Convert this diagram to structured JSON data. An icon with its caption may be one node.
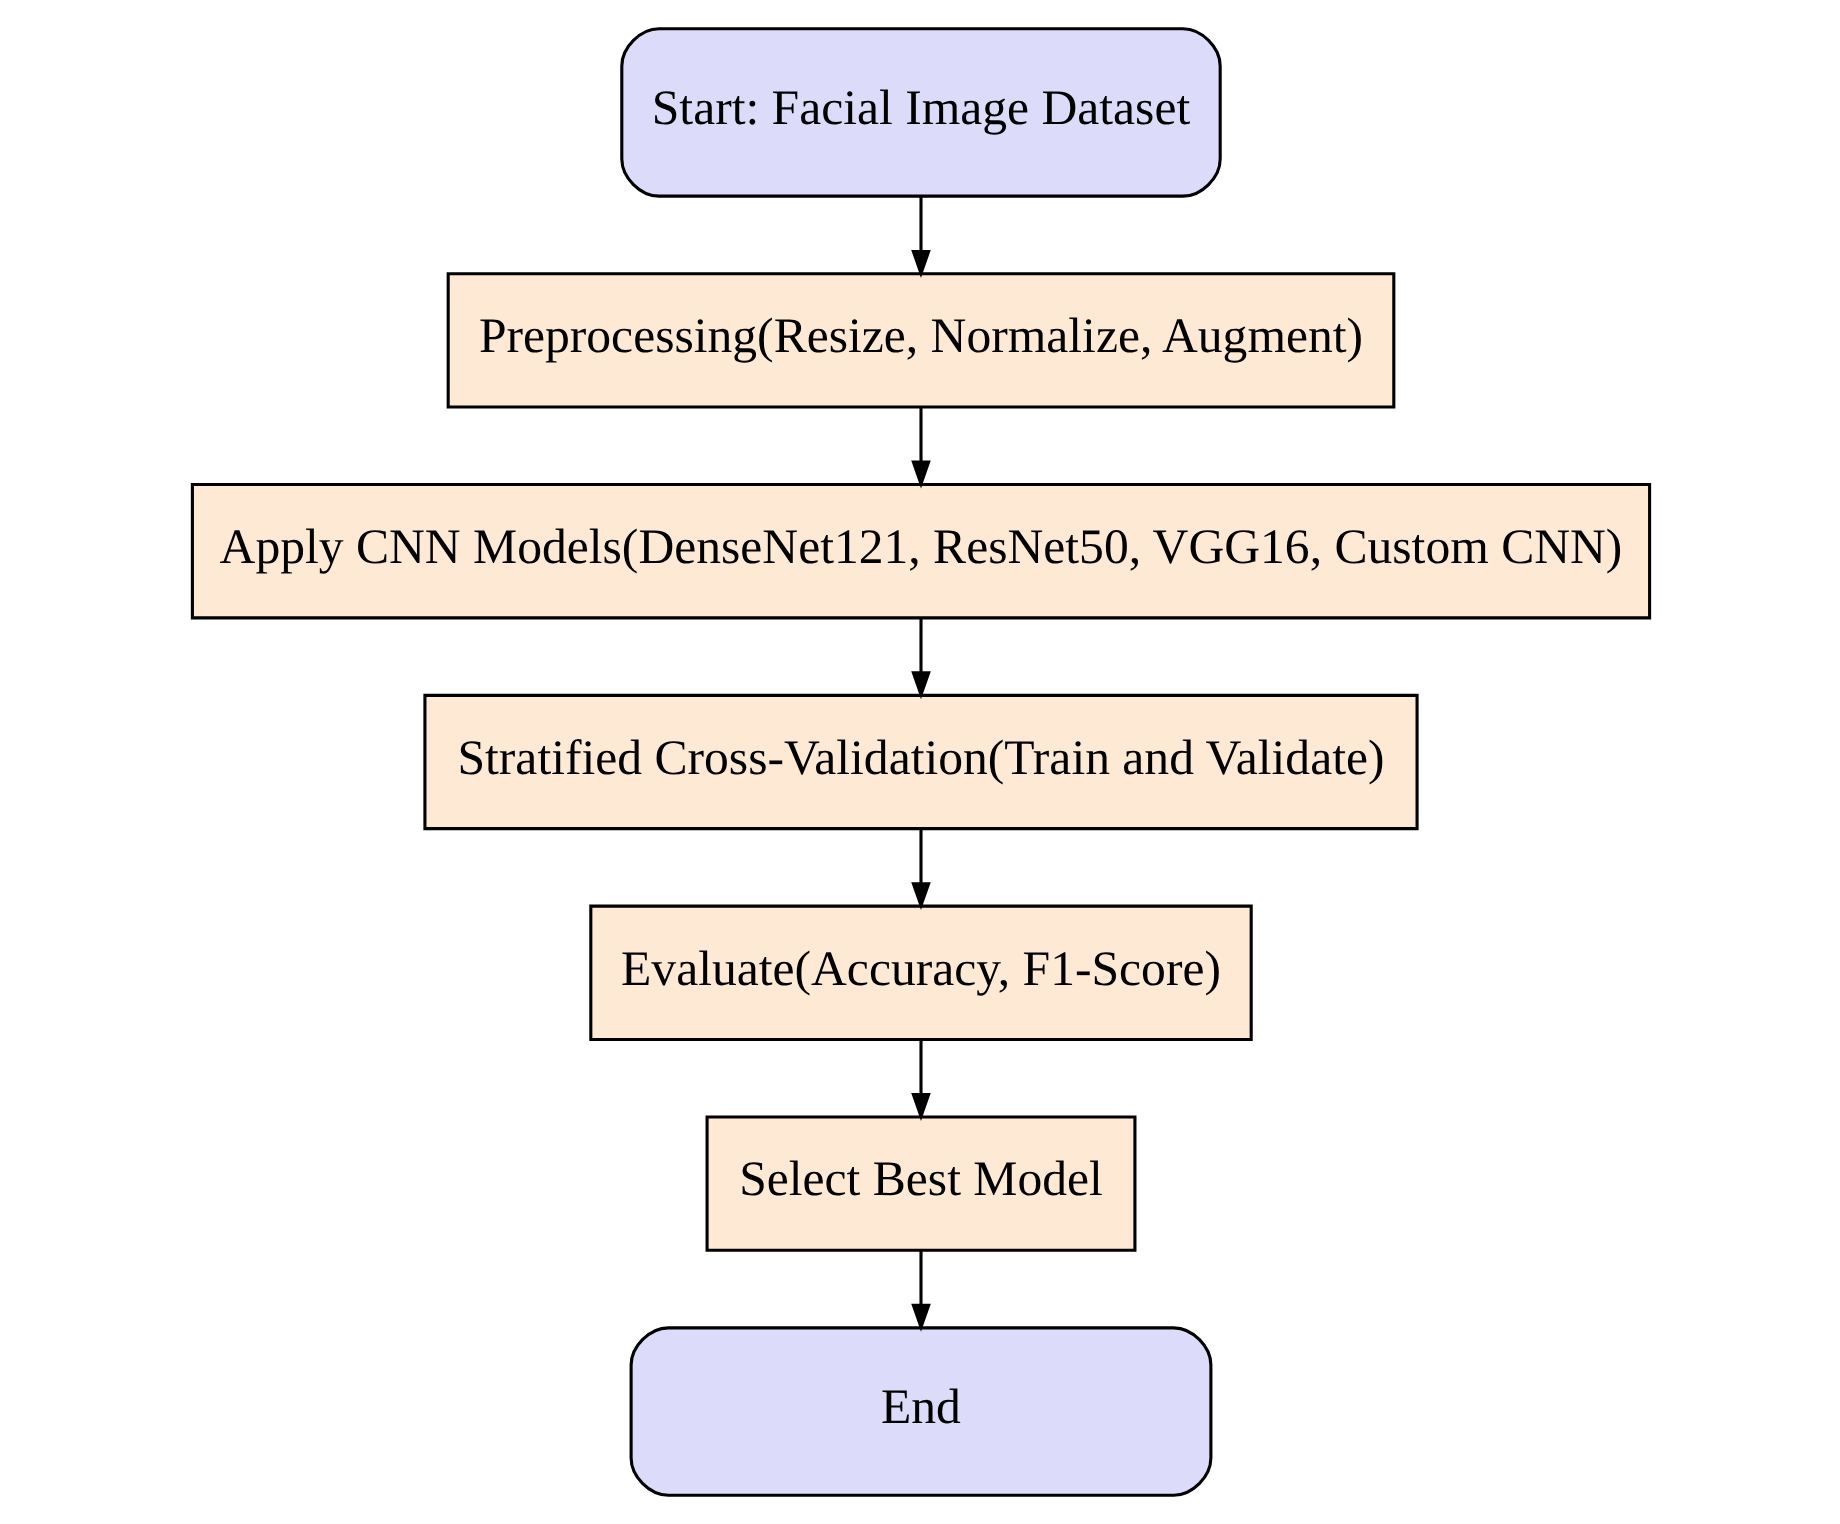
{
  "diagram": {
    "nodes": [
      {
        "text": [
          "Start: Facial Image Dataset"
        ]
      },
      {
        "text": [
          "Preprocessing(Resize, Normalize, Augment)"
        ]
      },
      {
        "text": [
          "Apply CNN Models(DenseNet121, ResNet50, VGG16, Custom CNN)"
        ]
      },
      {
        "text": [
          "Stratified Cross-Validation(Train and Validate)"
        ]
      },
      {
        "text": [
          "Evaluate(Accuracy, F1-Score)"
        ]
      },
      {
        "text": [
          "Select Best Model"
        ]
      },
      {
        "text": [
          "End"
        ]
      }
    ],
    "edges": [
      {
        "from": 0,
        "to": 1,
        "arrow": "to"
      },
      {
        "from": 1,
        "to": 2,
        "arrow": "to"
      },
      {
        "from": 2,
        "to": 3,
        "arrow": "to"
      },
      {
        "from": 3,
        "to": 4,
        "arrow": "to"
      },
      {
        "from": 4,
        "to": 5,
        "arrow": "to"
      },
      {
        "from": 5,
        "to": 6,
        "arrow": "to"
      }
    ]
  }
}
